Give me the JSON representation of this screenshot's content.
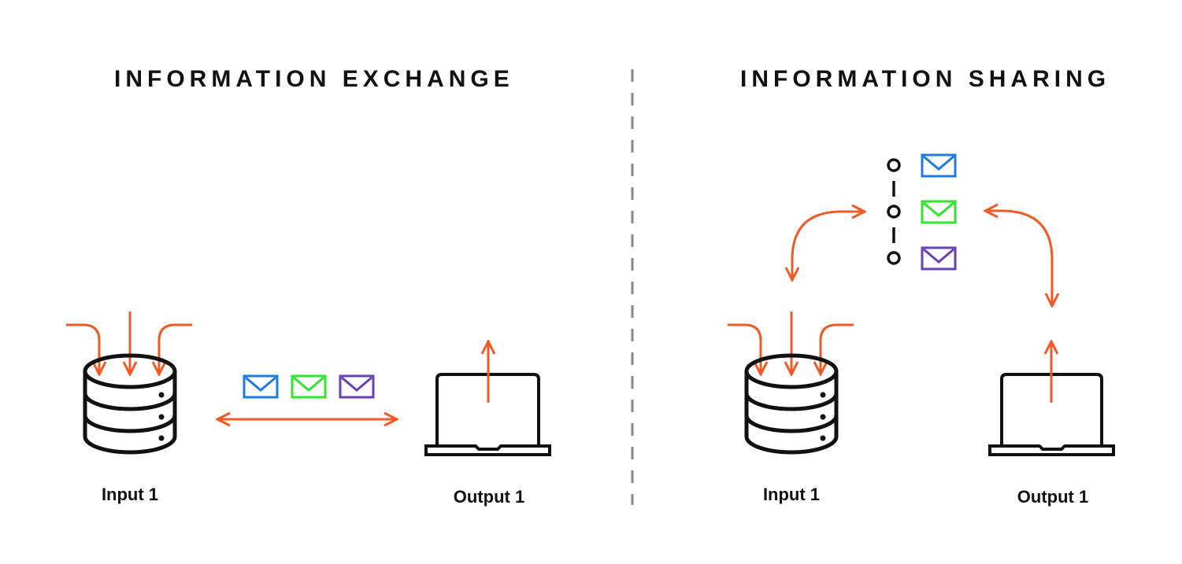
{
  "left_panel": {
    "title": "INFORMATION EXCHANGE",
    "input_label": "Input 1",
    "output_label": "Output 1"
  },
  "right_panel": {
    "title": "INFORMATION SHARING",
    "input_label": "Input 1",
    "output_label": "Output 1"
  },
  "colors": {
    "arrow": "#f15a24",
    "stroke": "#111111",
    "message_1": "#1e7be6",
    "message_2": "#2ee62e",
    "message_3": "#6a3fb8",
    "divider": "#888888"
  },
  "icons": [
    "database-icon",
    "laptop-icon",
    "envelope-icon",
    "ledger-chain-icon"
  ]
}
